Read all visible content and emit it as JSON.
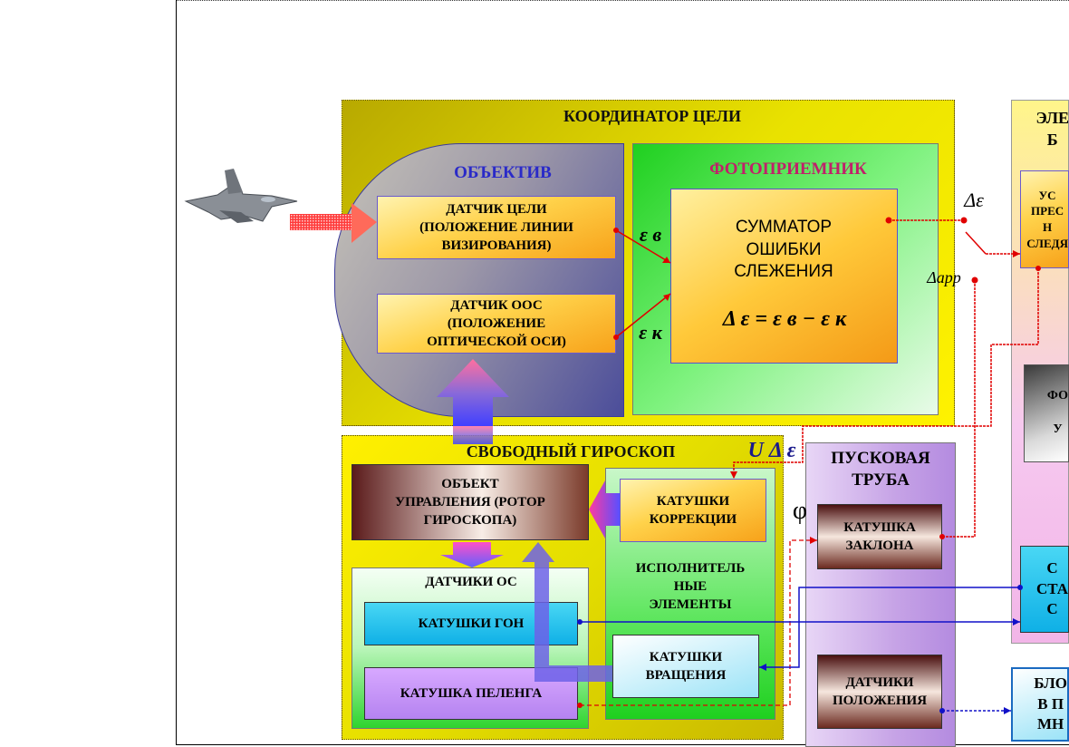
{
  "coordinator": {
    "title": "КООРДИНАТОР ЦЕЛИ"
  },
  "objective": {
    "title": "ОБЪЕКТИВ"
  },
  "photoreceiver": {
    "title": "ФОТОПРИЕМНИК"
  },
  "target_sensor": {
    "label": "ДАТЧИК ЦЕЛИ\n(ПОЛОЖЕНИЕ ЛИНИИ\nВИЗИРОВАНИЯ)"
  },
  "oos_sensor": {
    "label": "ДАТЧИК ООС\n(ПОЛОЖЕНИЕ\nОПТИЧЕСКОЙ ОСИ)"
  },
  "summator": {
    "label": "СУММАТОР\nОШИБКИ\nСЛЕЖЕНИЯ",
    "formula": "Δ ε = ε в − ε к"
  },
  "symbols": {
    "eps_v": "ε в",
    "eps_k": "ε к",
    "delta_eps": "Δε",
    "delta_app": "Δapp",
    "u_delta_eps": "U Δ ε",
    "phi": "φ"
  },
  "gyroscope": {
    "title": "СВОБОДНЫЙ ГИРОСКОП"
  },
  "control_object": {
    "label": "ОБЪЕКТ\nУПРАВЛЕНИЯ (РОТОР\nГИРОСКОПА)"
  },
  "correction_coils": {
    "label": "КАТУШКИ\nКОРРЕКЦИИ"
  },
  "executive": {
    "label": "ИСПОЛНИТЕЛЬ\nНЫЕ\nЭЛЕМЕНТЫ"
  },
  "os_sensors": {
    "title": "ДАТЧИКИ ОС"
  },
  "gon_coils": {
    "label": "КАТУШКИ  ГОН"
  },
  "bearing_coil": {
    "label": "КАТУШКА  ПЕЛЕНГА"
  },
  "rotation_coils": {
    "label": "КАТУШКИ\nВРАЩЕНИЯ"
  },
  "launch_tube": {
    "title": "ПУСКОВАЯ\nТРУБА"
  },
  "tilt_coil": {
    "label": "КАТУШКА\nЗАКЛОНА"
  },
  "position_sensors": {
    "label": "ДАТЧИКИ\nПОЛОЖЕНИЯ"
  },
  "electronic_block": {
    "title": "ЭЛЕ\nБ"
  },
  "right_boxes": {
    "amp": "УС\nПРЕС\nН\nСЛЕДЯ",
    "fo": "ФО\n\nУ",
    "sta": "С\nСТА\nС",
    "blo": "БЛО\nВ П\nМН"
  }
}
